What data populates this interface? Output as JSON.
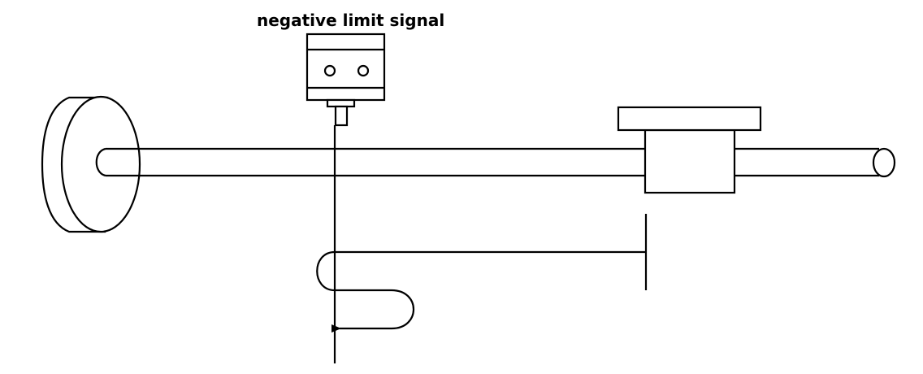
{
  "diagram": {
    "title": "Negative limit homing diagram",
    "labels": {
      "sensor": "negative limit signal"
    },
    "components": [
      {
        "name": "motor-disc",
        "type": "disc"
      },
      {
        "name": "lead-screw",
        "type": "shaft"
      },
      {
        "name": "limit-sensor",
        "type": "sensor"
      },
      {
        "name": "slider-carriage",
        "type": "carriage"
      }
    ],
    "motion_path": {
      "description": "Carriage moves left from start position, passes negative limit signal, reverses, then returns to signal edge",
      "arrow_direction": "left"
    },
    "colors": {
      "line": "#000000",
      "background": "#ffffff"
    }
  }
}
